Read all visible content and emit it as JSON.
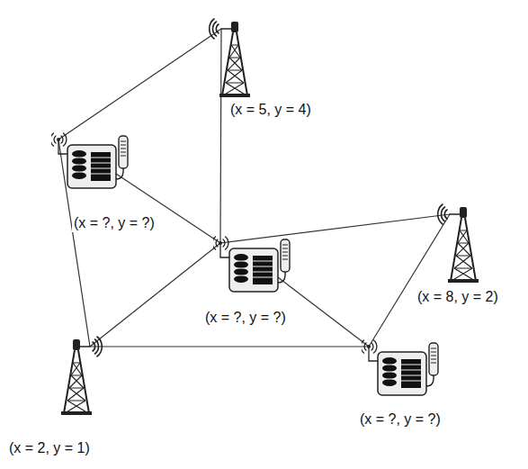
{
  "diagram": {
    "nodes": [
      {
        "text": [
          "(x = 5, y = 4)"
        ]
      },
      {
        "text": [
          "(x = ?, y = ?)"
        ]
      },
      {
        "text": [
          "(x = ?, y = ?)"
        ]
      },
      {
        "text": [
          "(x = 8, y = 2)"
        ]
      },
      {
        "text": [
          "(x = ?, y = ?)"
        ]
      },
      {
        "text": [
          "(x = 2, y = 1)"
        ]
      }
    ],
    "edges": [
      {
        "from": 0,
        "to": 1,
        "arrow": "none"
      },
      {
        "from": 0,
        "to": 2,
        "arrow": "none"
      },
      {
        "from": 1,
        "to": 2,
        "arrow": "none"
      },
      {
        "from": 1,
        "to": 5,
        "arrow": "none"
      },
      {
        "from": 2,
        "to": 3,
        "arrow": "none"
      },
      {
        "from": 2,
        "to": 5,
        "arrow": "none"
      },
      {
        "from": 2,
        "to": 4,
        "arrow": "none"
      },
      {
        "from": 5,
        "to": 4,
        "arrow": "none"
      },
      {
        "from": 3,
        "to": 4,
        "arrow": "none"
      }
    ]
  }
}
